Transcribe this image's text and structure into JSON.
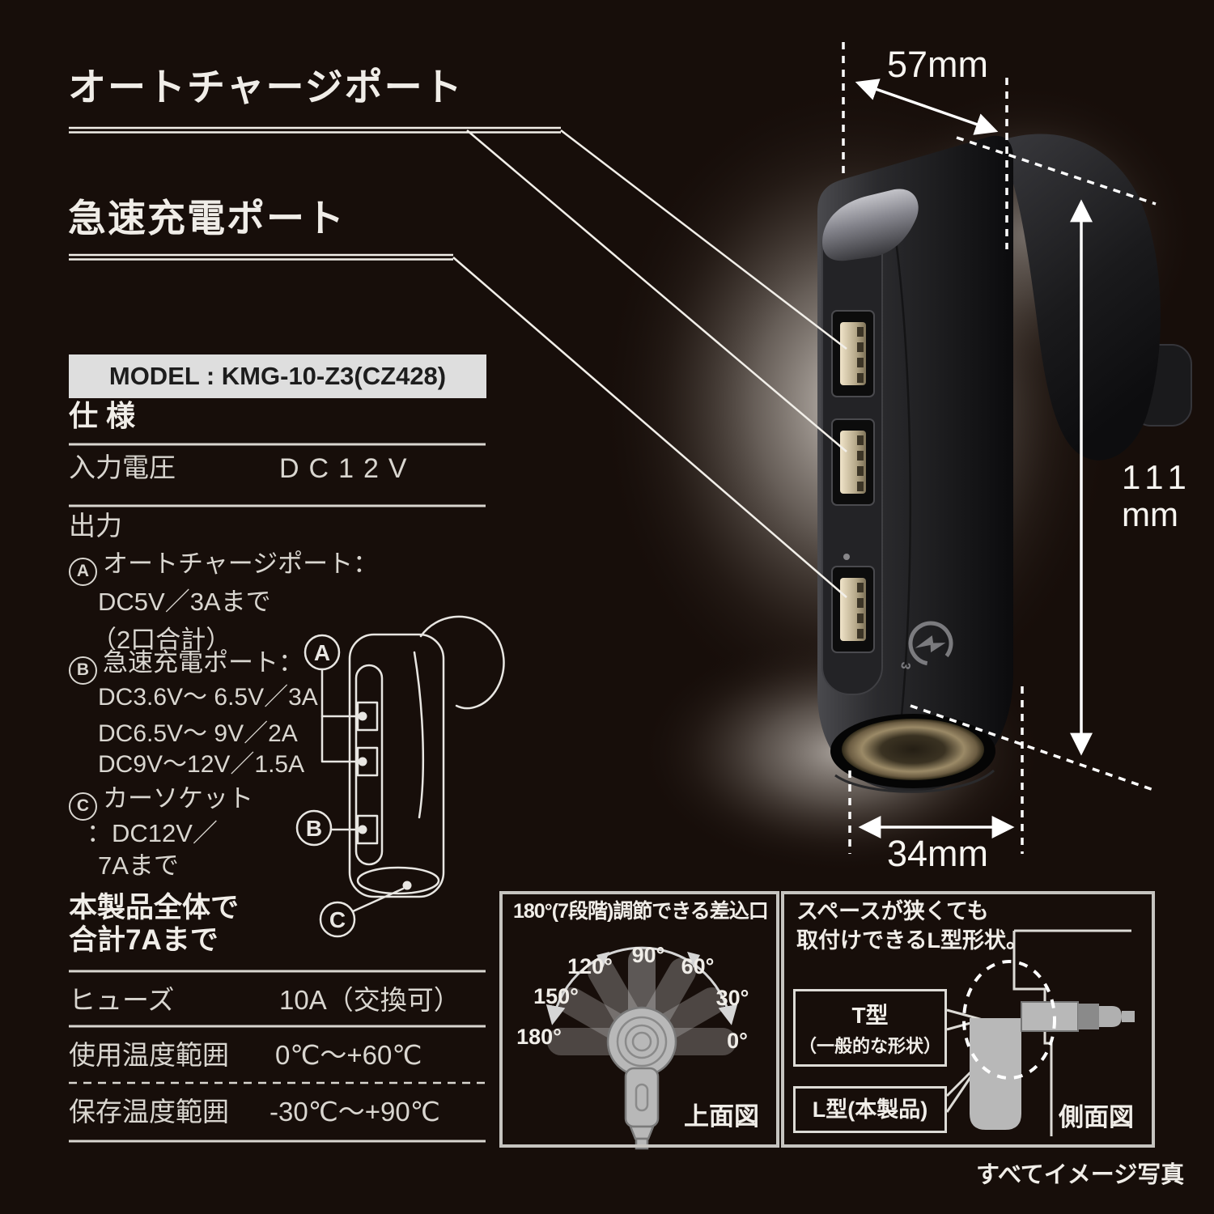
{
  "colors": {
    "background": "#170e0a",
    "text_bright": "#f0ede8",
    "text_dim": "#d9d6d0",
    "panel_border": "#c6c4c0",
    "annotation_white": "#ffffff",
    "model_box_bg": "#dedede"
  },
  "callouts": {
    "auto_charge_port": "オートチャージポート",
    "quick_charge_port": "急速充電ポート"
  },
  "model_label": "MODEL : KMG-10-Z3(CZ428)",
  "spec": {
    "title": "仕 様",
    "rows": [
      {
        "label": "入力電圧",
        "value": "DC12V"
      },
      {
        "label": "ヒューズ",
        "value": "10A（交換可）"
      },
      {
        "label": "使用温度範囲",
        "value": "0℃～+60℃"
      },
      {
        "label": "保存温度範囲",
        "value": "-30℃～+90℃"
      }
    ],
    "output_heading": "出力",
    "outputs": [
      {
        "badge": "A",
        "title": "オートチャージポート：",
        "lines": [
          "DC5V／3Aまで",
          "（2口合計）"
        ]
      },
      {
        "badge": "B",
        "title": "急速充電ポート：",
        "lines": [
          "DC3.6V～ 6.5V／3A",
          "DC6.5V～ 9V／2A",
          "DC9V～12V／1.5A"
        ]
      },
      {
        "badge": "C",
        "title": "カーソケット",
        "lines": [
          "：DC12V／",
          "7Aまで"
        ]
      }
    ],
    "total_note_line1": "本製品全体で",
    "total_note_line2": "合計7Aまで"
  },
  "dimensions": {
    "top_width": "57mm",
    "height_value": "111",
    "height_unit": "mm",
    "bottom_width": "34mm"
  },
  "diagram_badges": [
    "A",
    "B",
    "C"
  ],
  "product": {
    "qc_version": "3"
  },
  "panels": {
    "rotation": {
      "title": "180°(7段階)調節できる差込口",
      "degrees": [
        "90°",
        "60°",
        "120°",
        "30°",
        "150°",
        "0°",
        "180°"
      ],
      "view_label": "上面図"
    },
    "l_shape": {
      "title_line1": "スペースが狭くても",
      "title_line2": "取付けできるL型形状。",
      "t_type_line1": "T型",
      "t_type_line2": "（一般的な形状）",
      "l_type_label": "L型(本製品)",
      "view_label": "側面図"
    }
  },
  "footer_note": "すべてイメージ写真"
}
